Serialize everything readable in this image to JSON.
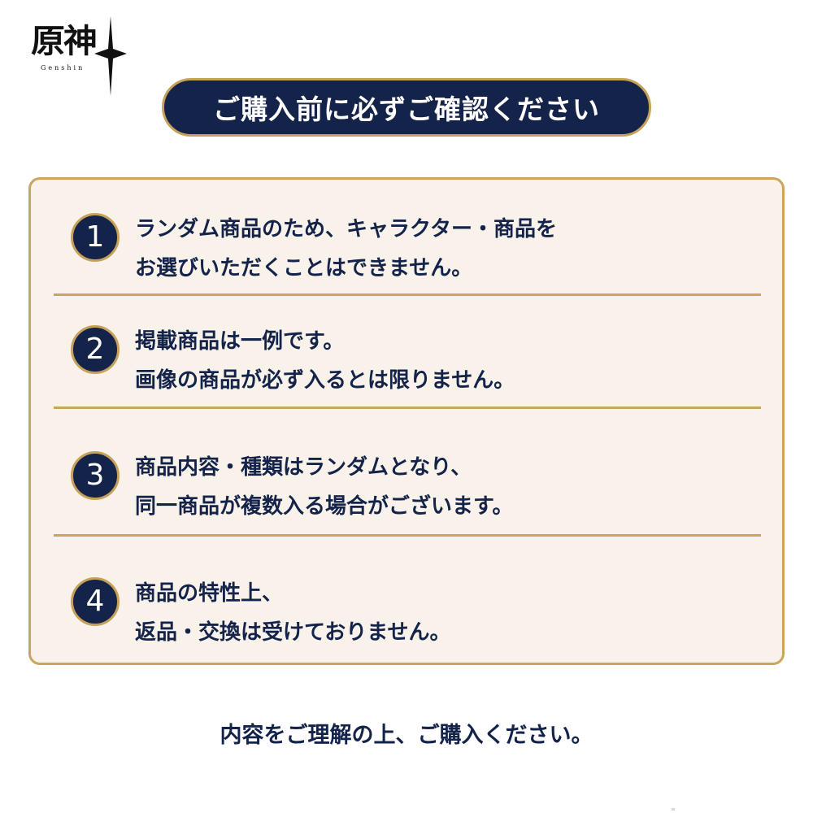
{
  "logo": {
    "title": "原神",
    "subtitle": "Genshin",
    "icon": "four-point-star-icon"
  },
  "header": {
    "title": "ご購入前に必ずご確認ください"
  },
  "notices": [
    {
      "number": "1",
      "line1": "ランダム商品のため、キャラクター・商品を",
      "line2": "お選びいただくことはできません。"
    },
    {
      "number": "2",
      "line1": "掲載商品は一例です。",
      "line2": "画像の商品が必ず入るとは限りません。"
    },
    {
      "number": "3",
      "line1": "商品内容・種類はランダムとなり、",
      "line2": "同一商品が複数入る場合がございます。"
    },
    {
      "number": "4",
      "line1": "商品の特性上、",
      "line2": "返品・交換は受けておりません。"
    }
  ],
  "footer": {
    "text": "内容をご理解の上、ご購入ください。"
  },
  "colors": {
    "navy": "#14234a",
    "gold": "#c9a55e",
    "panel_background": "#f8f2ea",
    "page_background": "#ffffff"
  }
}
